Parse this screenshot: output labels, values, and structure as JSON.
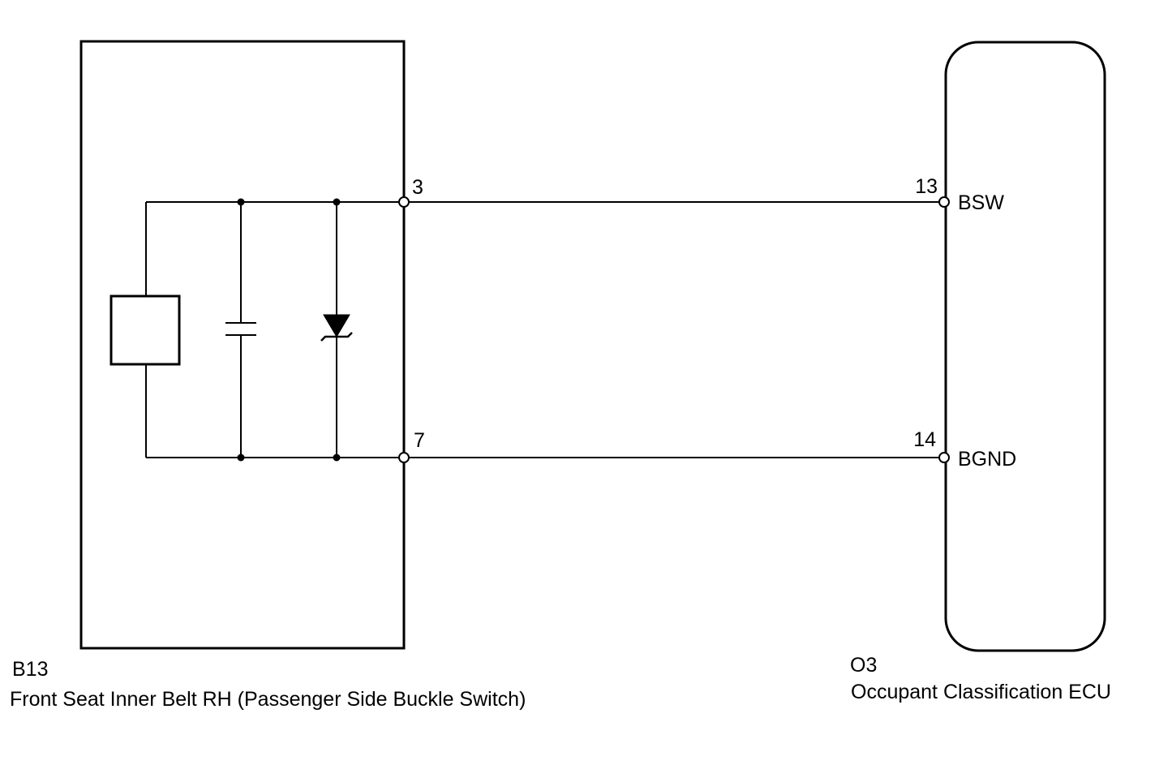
{
  "colors": {
    "line": "#000000",
    "background": "#ffffff",
    "pin_fill": "#ffffff"
  },
  "left_component": {
    "code": "B13",
    "name": "Front Seat Inner Belt RH (Passenger Side Buckle Switch)",
    "pins": {
      "top": "3",
      "bottom": "7"
    }
  },
  "right_component": {
    "code": "O3",
    "name": "Occupant Classification ECU",
    "pins": {
      "top": {
        "number": "13",
        "signal": "BSW"
      },
      "bottom": {
        "number": "14",
        "signal": "BGND"
      }
    }
  },
  "internal_parts": [
    "resistor-element",
    "capacitor",
    "zener-diode"
  ]
}
